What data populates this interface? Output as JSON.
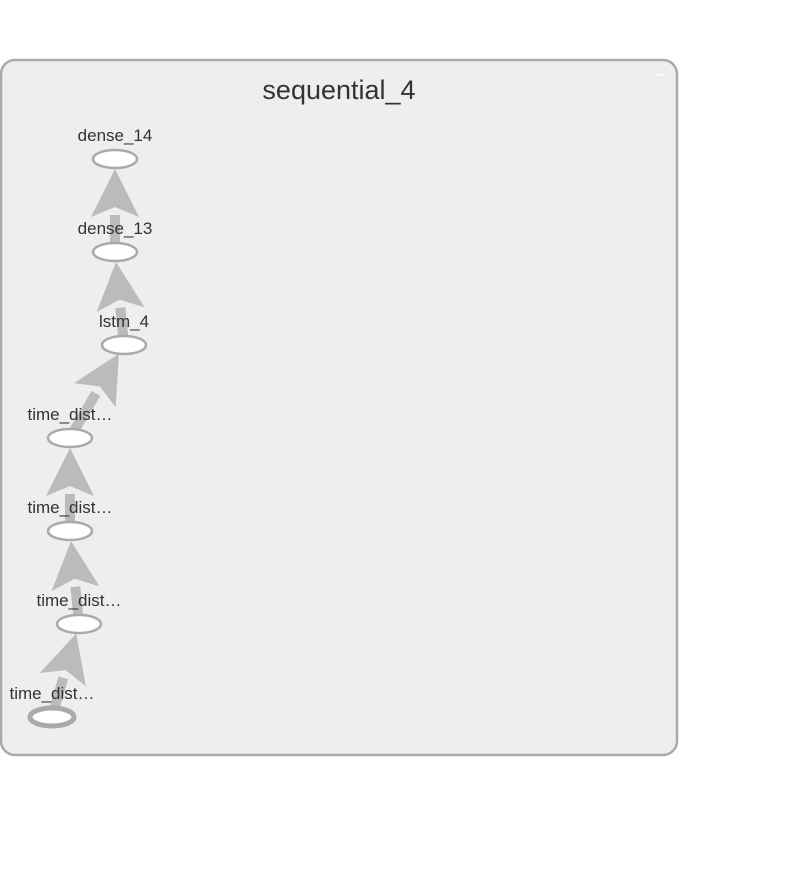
{
  "group": {
    "title": "sequential_4",
    "collapse_glyph": "−",
    "colors": {
      "fill": "#eeeeee",
      "stroke": "#aaaaaa"
    }
  },
  "edge_color": "#bbbbbb",
  "node_colors": {
    "fill": "#ffffff",
    "stroke": "#aaaaaa"
  },
  "nodes": [
    {
      "id": "dense_14",
      "label": "dense_14"
    },
    {
      "id": "dense_13",
      "label": "dense_13"
    },
    {
      "id": "lstm_4",
      "label": "lstm_4"
    },
    {
      "id": "td_a",
      "label": "time_dist…"
    },
    {
      "id": "td_b",
      "label": "time_dist…"
    },
    {
      "id": "td_c",
      "label": "time_dist…"
    },
    {
      "id": "td_d",
      "label": "time_dist…",
      "selected": true
    }
  ],
  "edges": [
    {
      "from": "td_d",
      "to": "td_c"
    },
    {
      "from": "td_c",
      "to": "td_b"
    },
    {
      "from": "td_b",
      "to": "td_a"
    },
    {
      "from": "td_a",
      "to": "lstm_4"
    },
    {
      "from": "lstm_4",
      "to": "dense_13"
    },
    {
      "from": "dense_13",
      "to": "dense_14"
    }
  ]
}
